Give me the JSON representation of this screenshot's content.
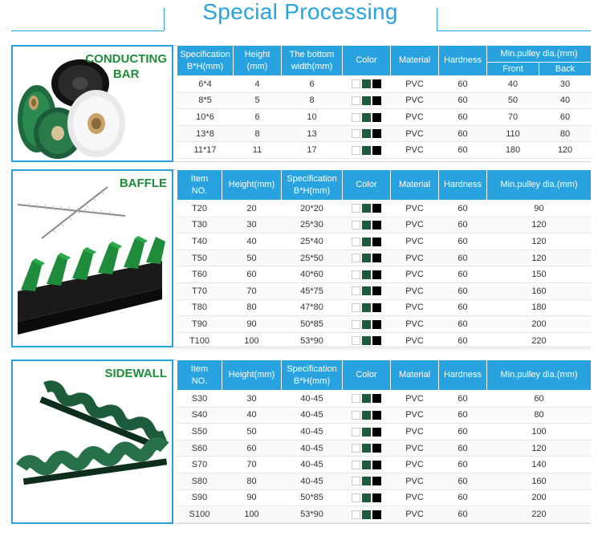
{
  "header": {
    "title": "Special Processing"
  },
  "swatch_colors": {
    "white": "#ffffff",
    "green": "#1c5c3a",
    "black": "#000000"
  },
  "conducting": {
    "label_1": "CONDUCTING",
    "label_2": "BAR",
    "headers": {
      "spec_1": "Specification",
      "spec_2": "B*H(mm)",
      "height_1": "Height",
      "height_2": "(mm)",
      "bottom_1": "The bottom",
      "bottom_2": "width(mm)",
      "color": "Color",
      "material": "Material",
      "hardness": "Hardness",
      "min_pulley": "Min.pulley dia.(mm)",
      "front": "Front",
      "back": "Back"
    },
    "rows": [
      [
        "6*4",
        "4",
        "6",
        "PVC",
        "60",
        "40",
        "30"
      ],
      [
        "8*5",
        "5",
        "8",
        "PVC",
        "60",
        "50",
        "40"
      ],
      [
        "10*6",
        "6",
        "10",
        "PVC",
        "60",
        "70",
        "60"
      ],
      [
        "13*8",
        "8",
        "13",
        "PVC",
        "60",
        "110",
        "80"
      ],
      [
        "11*17",
        "11",
        "17",
        "PVC",
        "60",
        "180",
        "120"
      ]
    ]
  },
  "baffle": {
    "label": "BAFFLE",
    "headers": {
      "item_1": "Item",
      "item_2": "NO.",
      "height": "Height(mm)",
      "spec_1": "Specification",
      "spec_2": "B*H(mm)",
      "color": "Color",
      "material": "Material",
      "hardness": "Hardness",
      "min_pulley": "Min.pulley dia.(mm)"
    },
    "rows": [
      [
        "T20",
        "20",
        "20*20",
        "PVC",
        "60",
        "90"
      ],
      [
        "T30",
        "30",
        "25*30",
        "PVC",
        "60",
        "120"
      ],
      [
        "T40",
        "40",
        "25*40",
        "PVC",
        "60",
        "120"
      ],
      [
        "T50",
        "50",
        "25*50",
        "PVC",
        "60",
        "120"
      ],
      [
        "T60",
        "60",
        "40*60",
        "PVC",
        "60",
        "150"
      ],
      [
        "T70",
        "70",
        "45*75",
        "PVC",
        "60",
        "160"
      ],
      [
        "T80",
        "80",
        "47*80",
        "PVC",
        "60",
        "180"
      ],
      [
        "T90",
        "90",
        "50*85",
        "PVC",
        "60",
        "200"
      ],
      [
        "T100",
        "100",
        "53*90",
        "PVC",
        "60",
        "220"
      ]
    ]
  },
  "sidewall": {
    "label": "SIDEWALL",
    "headers": {
      "item_1": "Item",
      "item_2": "NO.",
      "height": "Height(mm)",
      "spec_1": "Specification",
      "spec_2": "B*H(mm)",
      "color": "Color",
      "material": "Material",
      "hardness": "Hardness",
      "min_pulley": "Min.pulley dia.(mm)"
    },
    "rows": [
      [
        "S30",
        "30",
        "40-45",
        "PVC",
        "60",
        "60"
      ],
      [
        "S40",
        "40",
        "40-45",
        "PVC",
        "60",
        "80"
      ],
      [
        "S50",
        "50",
        "40-45",
        "PVC",
        "60",
        "100"
      ],
      [
        "S60",
        "60",
        "40-45",
        "PVC",
        "60",
        "120"
      ],
      [
        "S70",
        "70",
        "40-45",
        "PVC",
        "60",
        "140"
      ],
      [
        "S80",
        "80",
        "40-45",
        "PVC",
        "60",
        "160"
      ],
      [
        "S90",
        "90",
        "50*85",
        "PVC",
        "60",
        "200"
      ],
      [
        "S100",
        "100",
        "53*90",
        "PVC",
        "60",
        "220"
      ]
    ]
  }
}
